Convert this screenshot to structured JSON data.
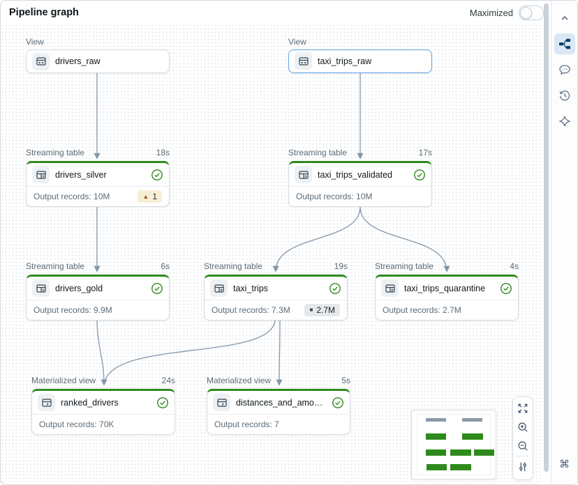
{
  "header": {
    "title": "Pipeline graph",
    "maximize_label": "Maximized",
    "maximized": false
  },
  "nodes": [
    {
      "type": "View",
      "name": "drivers_raw"
    },
    {
      "type": "View",
      "name": "taxi_trips_raw",
      "selected": true
    },
    {
      "type": "Streaming table",
      "duration": "18s",
      "name": "drivers_silver",
      "output": "Output records: 10M",
      "status": "success",
      "warning": {
        "icon": "▲",
        "value": "1"
      }
    },
    {
      "type": "Streaming table",
      "duration": "17s",
      "name": "taxi_trips_validated",
      "output": "Output records: 10M",
      "status": "success"
    },
    {
      "type": "Streaming table",
      "duration": "6s",
      "name": "drivers_gold",
      "output": "Output records: 9.9M",
      "status": "success"
    },
    {
      "type": "Streaming table",
      "duration": "19s",
      "name": "taxi_trips",
      "output": "Output records: 7.3M",
      "status": "success",
      "metric": {
        "icon": "■",
        "value": "2.7M"
      }
    },
    {
      "type": "Streaming table",
      "duration": "4s",
      "name": "taxi_trips_quarantine",
      "output": "Output records: 2.7M",
      "status": "success"
    },
    {
      "type": "Materialized view",
      "duration": "24s",
      "name": "ranked_drivers",
      "output": "Output records: 70K",
      "status": "success"
    },
    {
      "type": "Materialized view",
      "duration": "5s",
      "name": "distances_and_amounts_b...",
      "output": "Output records: 7",
      "status": "success"
    }
  ],
  "edges": [
    {
      "from": "drivers_raw",
      "to": "drivers_silver"
    },
    {
      "from": "taxi_trips_raw",
      "to": "taxi_trips_validated"
    },
    {
      "from": "drivers_silver",
      "to": "drivers_gold"
    },
    {
      "from": "taxi_trips_validated",
      "to": "taxi_trips"
    },
    {
      "from": "taxi_trips_validated",
      "to": "taxi_trips_quarantine"
    },
    {
      "from": "drivers_gold",
      "to": "ranked_drivers"
    },
    {
      "from": "taxi_trips",
      "to": "ranked_drivers"
    },
    {
      "from": "taxi_trips",
      "to": "distances_and_amounts_b..."
    }
  ],
  "sidebar": {
    "items": [
      {
        "name": "collapse-panel",
        "icon": "chevron-up"
      },
      {
        "name": "pipeline-graph",
        "icon": "pipeline-graph",
        "active": true
      },
      {
        "name": "comments",
        "icon": "comment"
      },
      {
        "name": "version-history",
        "icon": "history"
      },
      {
        "name": "assistant",
        "icon": "sparkle"
      },
      {
        "name": "shortcuts",
        "icon": "command",
        "glyph": "⌘"
      }
    ]
  },
  "zoom_controls": {
    "items": [
      {
        "name": "fit-to-screen"
      },
      {
        "name": "zoom-in"
      },
      {
        "name": "zoom-out"
      },
      {
        "name": "display-settings"
      }
    ]
  },
  "minimap": {
    "rows": [
      {
        "colors": [
          "gray",
          "gray"
        ]
      },
      {
        "colors": [
          "green",
          "green"
        ]
      },
      {
        "colors": [
          "green",
          "green",
          "green"
        ]
      },
      {
        "colors": [
          "green",
          "green"
        ]
      }
    ]
  },
  "colors": {
    "accent_green": "#2f8a1e",
    "selected_blue": "#5da2e6",
    "edge": "#8496ab",
    "warning_bg": "#f7eed6",
    "warning_icon": "#a35c17",
    "metric_bg": "#e5e9ec",
    "active_tool_bg": "#d9e7f6"
  }
}
